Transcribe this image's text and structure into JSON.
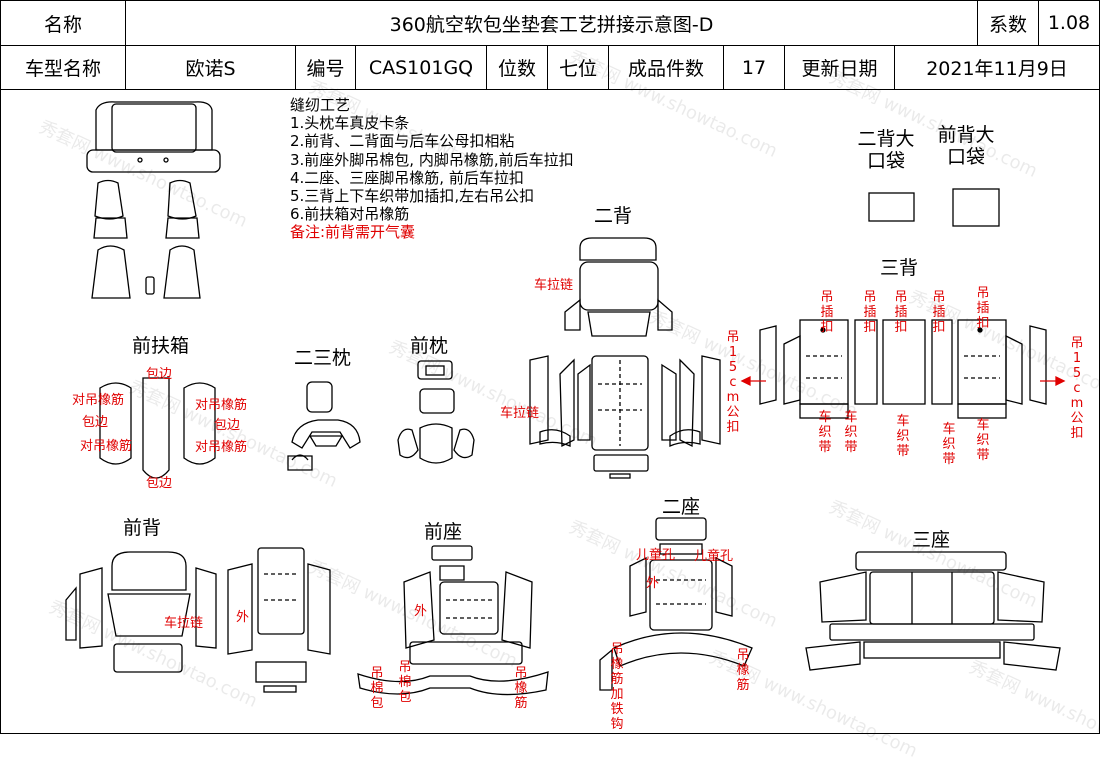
{
  "header": {
    "name_label": "名称",
    "title": "360航空软包坐垫套工艺拼接示意图-D",
    "coef_label": "系数",
    "coef_value": "1.08",
    "model_label": "车型名称",
    "model_value": "欧诺S",
    "code_label": "编号",
    "code_value": "CAS101GQ",
    "seats_label": "位数",
    "seats_value": "七位",
    "pieces_label": "成品件数",
    "pieces_value": "17",
    "date_label": "更新日期",
    "date_value": "2021年11月9日"
  },
  "notes": {
    "title": "缝纫工艺",
    "items": [
      "1.头枕车真皮卡条",
      "2.前背、二背面与后车公母扣相粘",
      "3.前座外脚吊棉包, 内脚吊橡筋,前后车拉扣",
      "4.二座、三座脚吊橡筋, 前后车拉扣",
      "5.三背上下车织带加插扣,左右吊公扣",
      "6.前扶箱对吊橡筋"
    ],
    "remark": "备注:前背需开气囊"
  },
  "sections": {
    "front_armrest": "前扶箱",
    "second_third_headrest": "二三枕",
    "front_headrest": "前枕",
    "second_back": "二背",
    "second_back_pocket": "二背大口袋",
    "front_back_pocket": "前背大口袋",
    "third_back": "三背",
    "front_back": "前背",
    "front_seat": "前座",
    "second_seat": "二座",
    "third_seat": "三座"
  },
  "annotations": {
    "armrest_edge_top": "包边",
    "armrest_edge_bottom": "包边",
    "armrest_left_1": "对吊橡筋",
    "armrest_left_2": "包边",
    "armrest_left_3": "对吊橡筋",
    "armrest_right_1": "对吊橡筋",
    "armrest_right_2": "包边",
    "armrest_right_3": "对吊橡筋",
    "zipper_1": "车拉链",
    "zipper_2": "车拉链",
    "zipper_3": "车拉链",
    "buckle_1": "吊插扣",
    "buckle_2": "吊插扣",
    "buckle_3": "吊插扣",
    "buckle_4": "吊插扣",
    "buckle_5": "吊插扣",
    "hook_left": "吊15cm公扣",
    "hook_right": "吊15cm公扣",
    "webbing_1": "车织带",
    "webbing_2": "车织带",
    "webbing_3": "车织带",
    "webbing_4": "车织带",
    "webbing_5": "车织带",
    "outer_1": "外",
    "outer_2": "外",
    "outer_3": "外",
    "cushion_1": "吊棉包",
    "cushion_2": "吊棉包",
    "elastic_1": "吊橡筋",
    "child_hole_1": "儿童孔",
    "child_hole_2": "儿童孔",
    "iron_hook": "吊橡筋加铁钩",
    "elastic_2": "吊橡筋"
  },
  "watermark": "秀套网 www.showtao.com",
  "colors": {
    "annotation": "#e00000",
    "line": "#000000"
  }
}
